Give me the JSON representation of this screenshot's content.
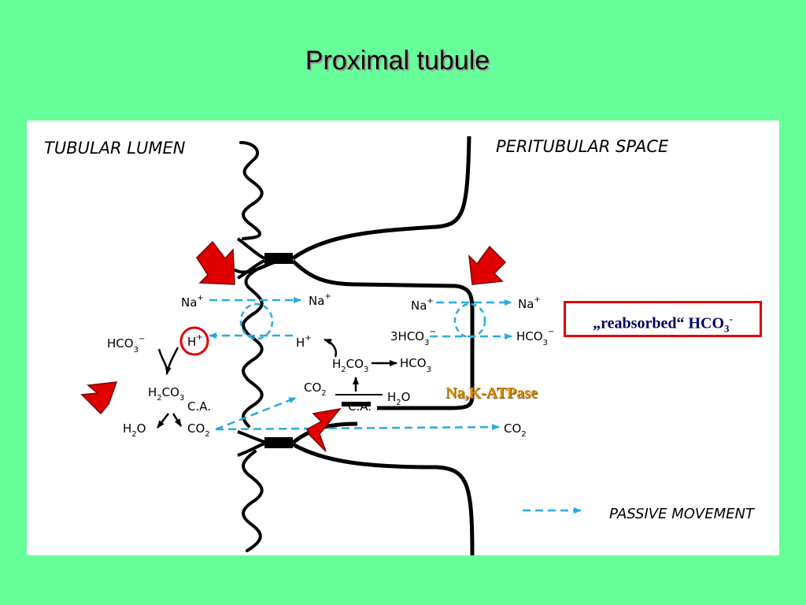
{
  "slide": {
    "title": "Proximal tubule",
    "headers": {
      "lumen": "TUBULAR LUMEN",
      "peritubular": "PERITUBULAR SPACE"
    },
    "legend": "PASSIVE MOVEMENT",
    "callout_reabsorbed": "„reabsorbed“ HCO",
    "callout_sub": "3",
    "callout_sup": "-",
    "pump_label": "Na,K-ATPase",
    "colors": {
      "background": "#66ff99",
      "arrow_dashed": "#29abe2",
      "highlight_red": "#e00000",
      "pump_label": "#d98c00"
    }
  },
  "species": {
    "lumen_na": "Na",
    "lumen_na_sup": "+",
    "cell_na": "Na",
    "cell_na_sup": "+",
    "lumen_hco3": "HCO",
    "lumen_hco3_sub": "3",
    "lumen_hco3_sup": "−",
    "lumen_h": "H",
    "lumen_h_sup": "+",
    "cell_h": "H",
    "cell_h_sup": "+",
    "lumen_h2co3_a": "H",
    "lumen_h2co3_sub1": "2",
    "lumen_h2co3_b": "CO",
    "lumen_h2co3_sub2": "3",
    "lumen_ca": "C.A.",
    "lumen_h2o": "H",
    "lumen_h2o_sub": "2",
    "lumen_h2o_b": "O",
    "lumen_co2": "CO",
    "lumen_co2_sub": "2",
    "cell_h2co3_a": "H",
    "cell_h2co3_sub1": "2",
    "cell_h2co3_b": "CO",
    "cell_h2co3_sub2": "3",
    "cell_hco3": "HCO",
    "cell_hco3_sub": "3",
    "cell_co2": "CO",
    "cell_co2_sub": "2",
    "cell_h2o": "H",
    "cell_h2o_sub": "2",
    "cell_h2o_b": "O",
    "cell_ca": "C.A.",
    "basal_na": "Na",
    "basal_na_sup": "+",
    "basal_3hco3": "3HCO",
    "basal_3hco3_sub": "3",
    "basal_3hco3_sup": "−",
    "peri_na": "Na",
    "peri_na_sup": "+",
    "peri_hco3": "HCO",
    "peri_hco3_sub": "3",
    "peri_hco3_sup": "−",
    "peri_co2": "CO",
    "peri_co2_sub": "2"
  }
}
